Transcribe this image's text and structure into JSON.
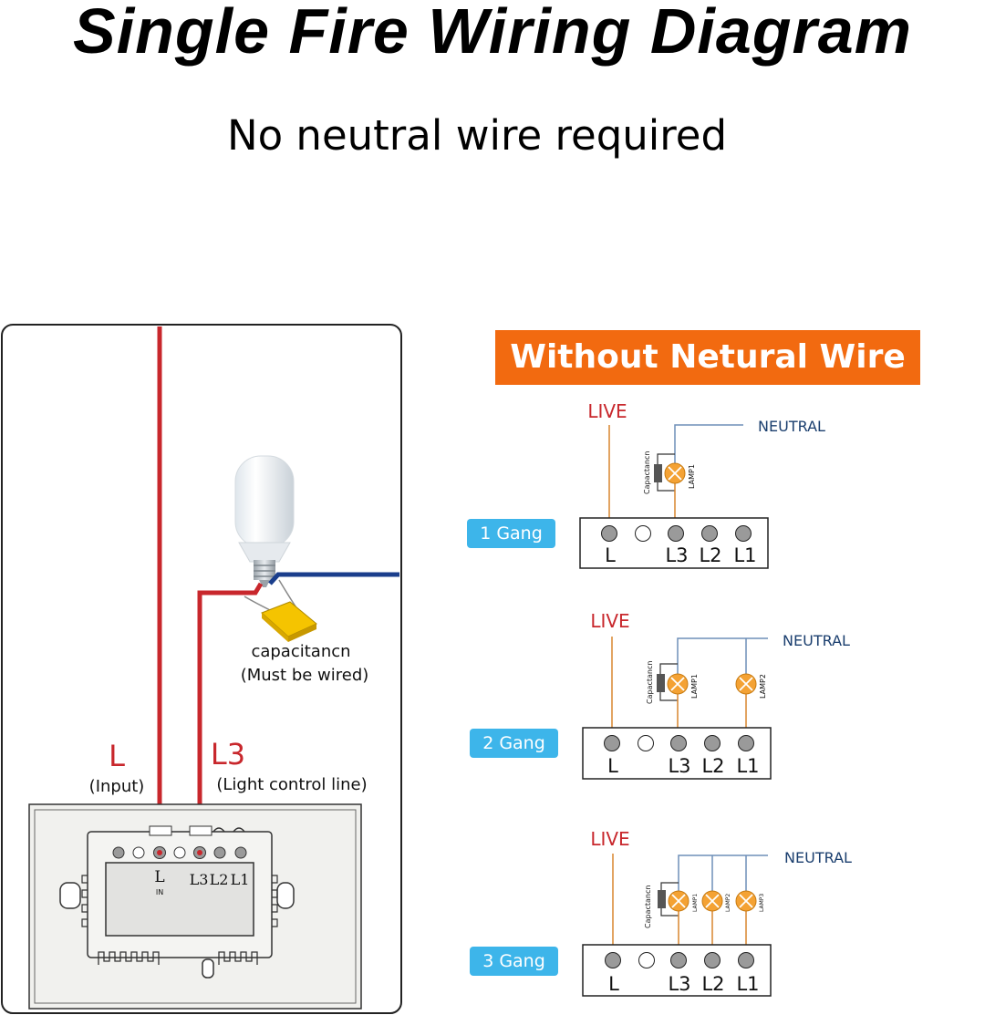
{
  "header": {
    "title": "Single Fire Wiring Diagram",
    "subtitle": "No neutral wire required"
  },
  "left_panel": {
    "capacitor_label": "capacitancn",
    "capacitor_note": "(Must be wired)",
    "l_label": "L",
    "l_note": "(Input)",
    "l3_label": "L3",
    "l3_note": "(Light control line)",
    "terminal_l": "L",
    "terminal_in": "IN",
    "terminal_l3": "L3",
    "terminal_l2": "L2",
    "terminal_l1": "L1"
  },
  "right_panel": {
    "banner": "Without Netural Wire",
    "live": "LIVE",
    "neutral": "NEUTRAL",
    "capacitor": "Capactancn",
    "lamp1": "LAMP1",
    "lamp2": "LAMP2",
    "lamp3": "LAMP3",
    "gangs": [
      {
        "label": "1 Gang",
        "terminals": [
          "L",
          "L3",
          "L2",
          "L1"
        ]
      },
      {
        "label": "2 Gang",
        "terminals": [
          "L",
          "L3",
          "L2",
          "L1"
        ]
      },
      {
        "label": "3 Gang",
        "terminals": [
          "L",
          "L3",
          "L2",
          "L1"
        ]
      }
    ]
  },
  "colors": {
    "live_wire": "#c8272c",
    "neutral_wire": "#1a3e8c",
    "banner": "#f26a10",
    "gang_pill": "#3db5ea",
    "lamp": "#f4a234",
    "capacitor": "#f5c400",
    "schematic_live": "#d9862e",
    "schematic_neutral": "#6e8fb8"
  }
}
